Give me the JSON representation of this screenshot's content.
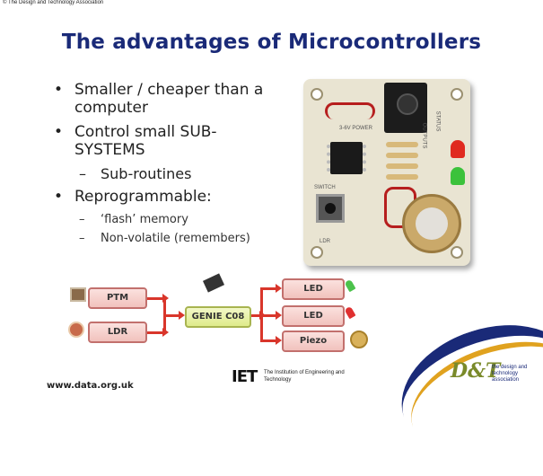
{
  "copyright": "© The Design and Technology Association",
  "title": "The advantages of Microcontrollers",
  "bullets": [
    {
      "text": "Smaller / cheaper than a computer"
    },
    {
      "text": "Control small SUB-SYSTEMS"
    },
    {
      "text": "Sub-routines"
    },
    {
      "text": "Reprogrammable:"
    },
    {
      "text": "‘flash’ memory"
    },
    {
      "text": "Non-volatile (remembers)"
    }
  ],
  "board": {
    "power_label": "3-6V POWER",
    "switch_label": "SWITCH",
    "ldr_label": "LDR",
    "outputs_label": "OUTPUTS",
    "status_label": "STATUS"
  },
  "diagram": {
    "inputs": [
      "PTM",
      "LDR"
    ],
    "processor": "GENIE C08",
    "outputs": [
      "LED",
      "LED",
      "Piezo"
    ]
  },
  "footer": {
    "url": "www.data.org.uk",
    "iet_mark": "IET",
    "iet_text": "The Institution of Engineering and Technology",
    "dt_mark": "D&T",
    "dt_text": "the design and technology association"
  },
  "colors": {
    "title": "#1a2a78",
    "arrow": "#d9362b",
    "block_border": "#c2706d",
    "genie_fill": "#dfeb8a"
  }
}
